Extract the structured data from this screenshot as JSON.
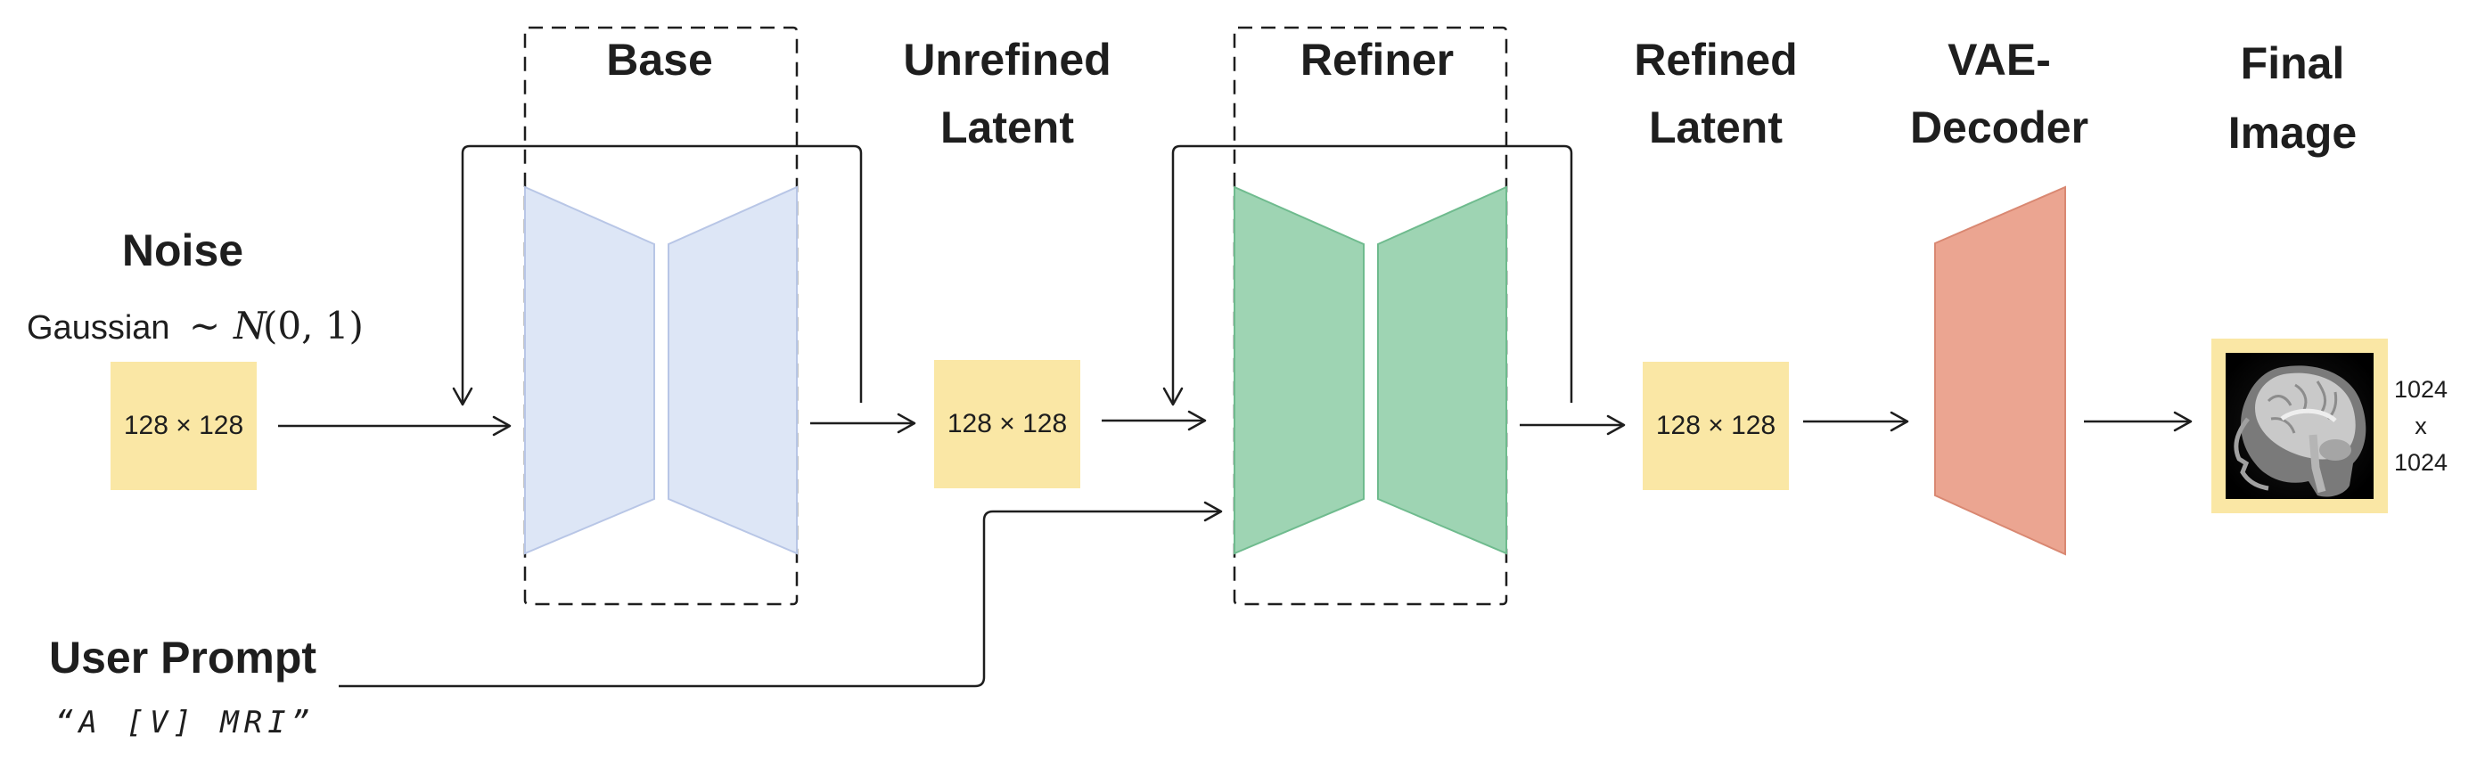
{
  "labels": {
    "noise_title": "Noise",
    "noise_prefix": "Gaussian",
    "noise_tilde": "~",
    "noise_N": "N",
    "noise_args": "(0, 1)",
    "base_title": "Base",
    "unrefined_line1": "Unrefined",
    "unrefined_line2": "Latent",
    "refiner_title": "Refiner",
    "refined_line1": "Refined",
    "refined_line2": "Latent",
    "vae_line1": "VAE-",
    "vae_line2": "Decoder",
    "final_line1": "Final",
    "final_line2": "Image",
    "user_prompt_title": "User Prompt",
    "user_prompt_text": "“A [V] MRI”",
    "final_size_line1": "1024",
    "final_size_line2": "x",
    "final_size_line3": "1024"
  },
  "latent_boxes": [
    {
      "id": "noise",
      "label": "128 × 128"
    },
    {
      "id": "unrefined",
      "label": "128 × 128"
    },
    {
      "id": "refined",
      "label": "128 × 128"
    }
  ],
  "colors": {
    "latent_fill": "#fae7a5",
    "base_fill": "#dde6f6",
    "base_stroke": "#b8c6e6",
    "refiner_fill": "#9ed4b3",
    "refiner_stroke": "#6fbb8e",
    "decoder_fill": "#eba591",
    "decoder_stroke": "#d98872",
    "line": "#1e1e1e"
  },
  "icons": {
    "final_image": "brain-mri-sagittal-icon"
  }
}
